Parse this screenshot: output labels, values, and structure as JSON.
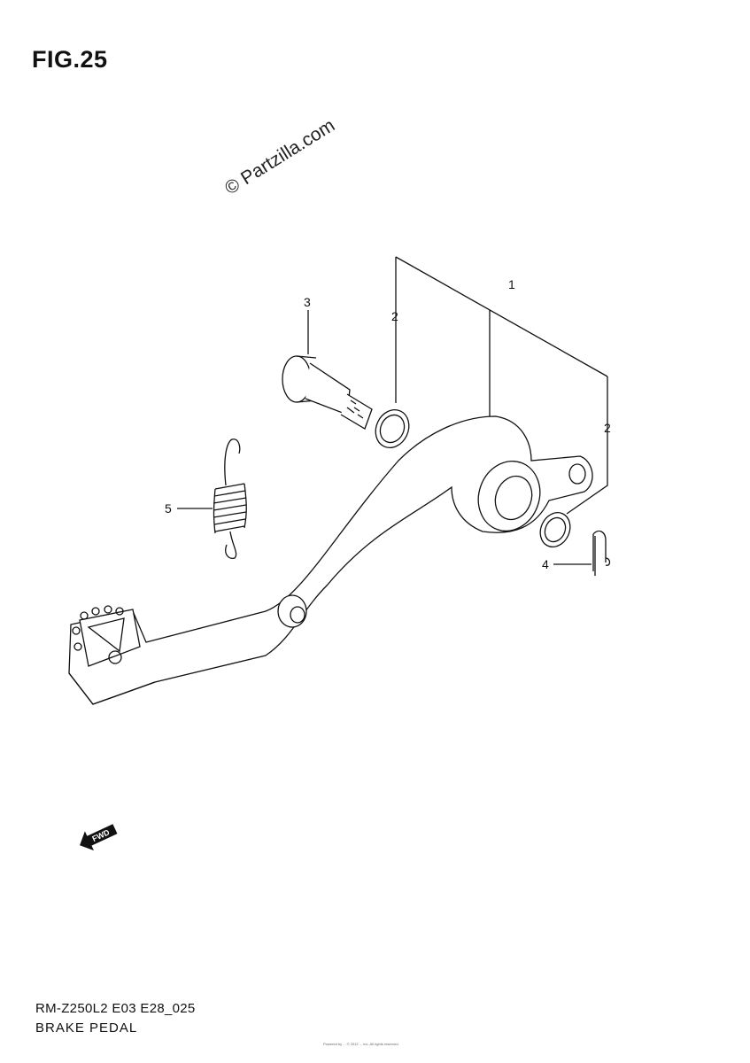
{
  "header": {
    "fig_label": "FIG.25"
  },
  "watermark": {
    "text": "© Partzilla.com"
  },
  "callouts": [
    {
      "id": "callout-1",
      "label": "1"
    },
    {
      "id": "callout-2a",
      "label": "2"
    },
    {
      "id": "callout-2b",
      "label": "2"
    },
    {
      "id": "callout-3",
      "label": "3"
    },
    {
      "id": "callout-4",
      "label": "4"
    },
    {
      "id": "callout-5",
      "label": "5"
    }
  ],
  "fwd_arrow": {
    "label": "FWD"
  },
  "footer": {
    "model_code": "RM-Z250L2 E03 E28_025",
    "section_name": "BRAKE PEDAL",
    "footnote": "Powered by ... © 2012 ... Inc. All rights reserved."
  }
}
